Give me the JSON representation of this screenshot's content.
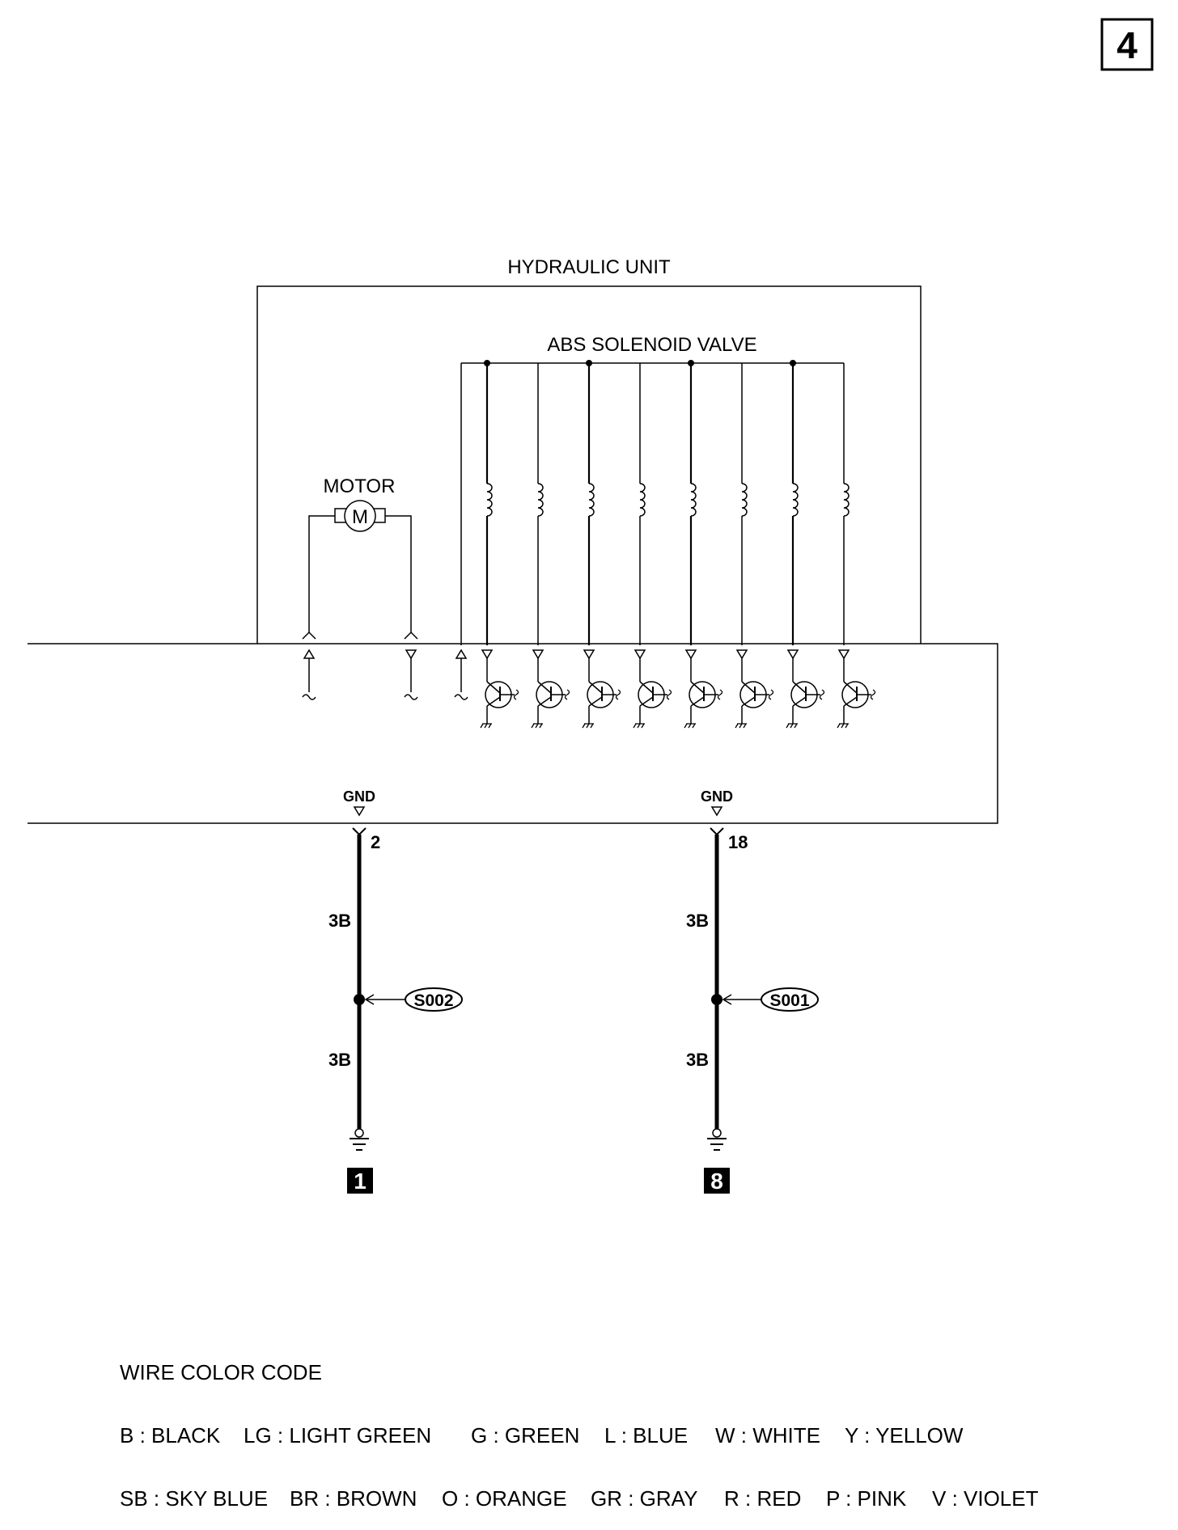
{
  "page_number": "4",
  "hydraulic_unit_label": "HYDRAULIC UNIT",
  "solenoid_label": "ABS SOLENOID VALVE",
  "motor_label": "MOTOR",
  "motor_symbol": "M",
  "gnd_label": "GND",
  "grounds": [
    {
      "pin": "2",
      "wire_upper": "3B",
      "wire_lower": "3B",
      "splice": "S002",
      "ground_point": "1"
    },
    {
      "pin": "18",
      "wire_upper": "3B",
      "wire_lower": "3B",
      "splice": "S001",
      "ground_point": "8"
    }
  ],
  "legend": {
    "title": "WIRE COLOR CODE",
    "row1": [
      "B : BLACK",
      "LG : LIGHT GREEN",
      "G : GREEN",
      "L : BLUE",
      "W : WHITE",
      "Y : YELLOW"
    ],
    "row2": [
      "SB : SKY BLUE",
      "BR : BROWN",
      "O : ORANGE",
      "GR : GRAY",
      "R : RED",
      "P : PINK",
      "V : VIOLET"
    ]
  }
}
